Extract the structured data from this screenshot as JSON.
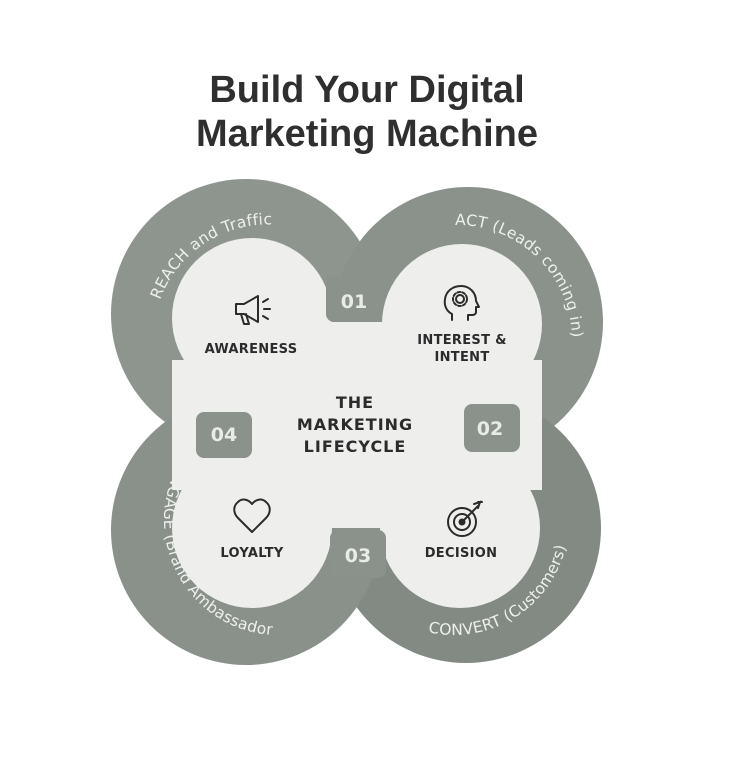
{
  "title": {
    "line1": "Build Your Digital",
    "line2": "Marketing Machine"
  },
  "center": {
    "line1": "THE",
    "line2": "MARKETING",
    "line3": "LIFECYCLE"
  },
  "quadrants": [
    {
      "number": "01",
      "stage_lines": [
        "AWARENESS"
      ],
      "arc_label": "REACH and Traffic",
      "icon": "megaphone-icon"
    },
    {
      "number": "02",
      "stage_lines": [
        "INTEREST &",
        "INTENT"
      ],
      "arc_label": "ACT (Leads coming in)",
      "icon": "head-gear-icon"
    },
    {
      "number": "03",
      "stage_lines": [
        "DECISION"
      ],
      "arc_label": "CONVERT (Customers)",
      "icon": "target-arrow-icon"
    },
    {
      "number": "04",
      "stage_lines": [
        "LOYALTY"
      ],
      "arc_label": "ENGAGE (Brand Ambassadors)",
      "icon": "heart-icon"
    }
  ],
  "colors": {
    "ring": "#8e958e",
    "ring_dark": "#7f867f",
    "inner": "#eeefed",
    "title": "#2f2f2f"
  }
}
